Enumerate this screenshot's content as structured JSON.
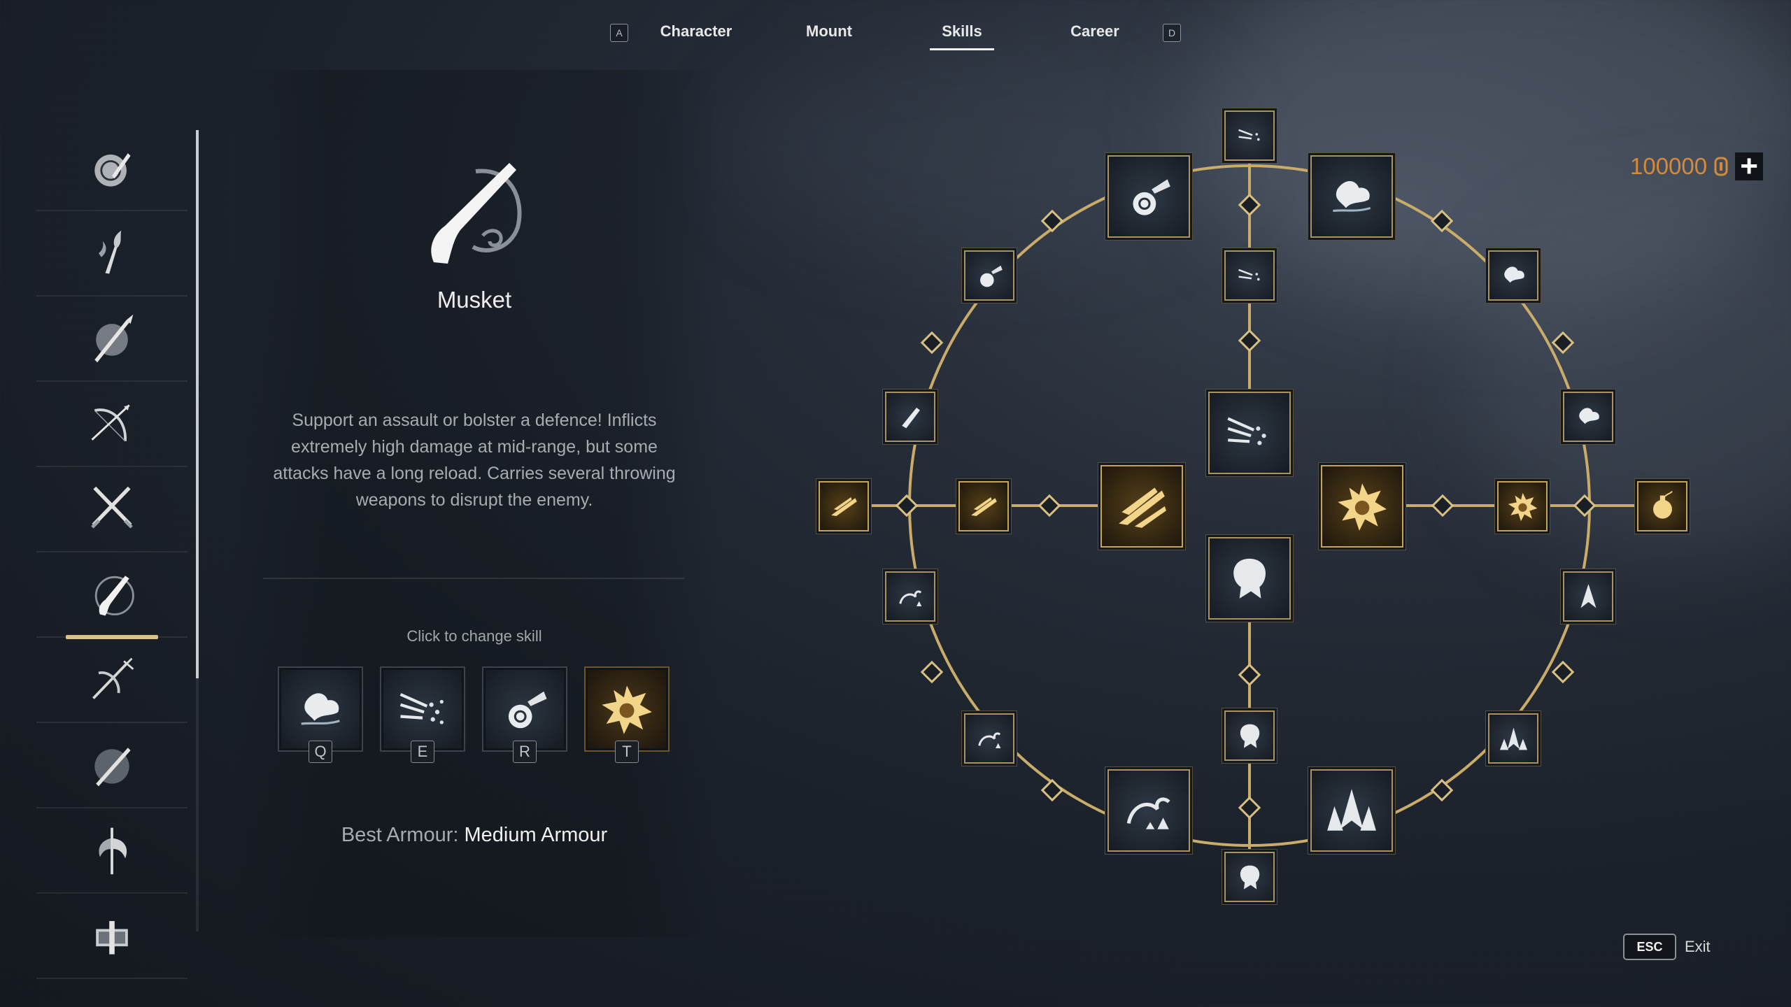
{
  "nav": {
    "prev_key": "A",
    "next_key": "D",
    "tabs": [
      {
        "label": "Character"
      },
      {
        "label": "Mount"
      },
      {
        "label": "Skills",
        "active": true
      },
      {
        "label": "Career"
      }
    ]
  },
  "sidebar": {
    "selected_index": 5,
    "weapons": [
      {
        "icon": "shield-sword-icon"
      },
      {
        "icon": "glaive-icon"
      },
      {
        "icon": "spear-shield-icon"
      },
      {
        "icon": "longbow-icon"
      },
      {
        "icon": "dual-blades-icon"
      },
      {
        "icon": "musket-icon"
      },
      {
        "icon": "crossbow-icon"
      },
      {
        "icon": "sword-shield-icon"
      },
      {
        "icon": "halberd-icon"
      },
      {
        "icon": "hammer-icon"
      }
    ]
  },
  "weapon": {
    "name": "Musket",
    "description": "Support an assault or bolster a defence! Inflicts extremely high damage at mid-range, but some attacks have a long reload. Carries several throwing weapons to disrupt the enemy.",
    "hint": "Click to change skill",
    "armour_label": "Best Armour:",
    "armour_value": "Medium Armour",
    "slots": [
      {
        "key": "Q",
        "icon": "leap-icon"
      },
      {
        "key": "E",
        "icon": "volley-icon"
      },
      {
        "key": "R",
        "icon": "grenade-throw-icon"
      },
      {
        "key": "T",
        "icon": "explosive-bag-icon",
        "gold": true
      }
    ]
  },
  "currency": {
    "amount": "100000",
    "icon": "coin-icon",
    "add_icon": "plus-icon"
  },
  "exit": {
    "key": "ESC",
    "label": "Exit"
  },
  "colors": {
    "accent_gold": "#d9c28a",
    "currency": "#d48a3a",
    "node_border": "#a99363"
  }
}
